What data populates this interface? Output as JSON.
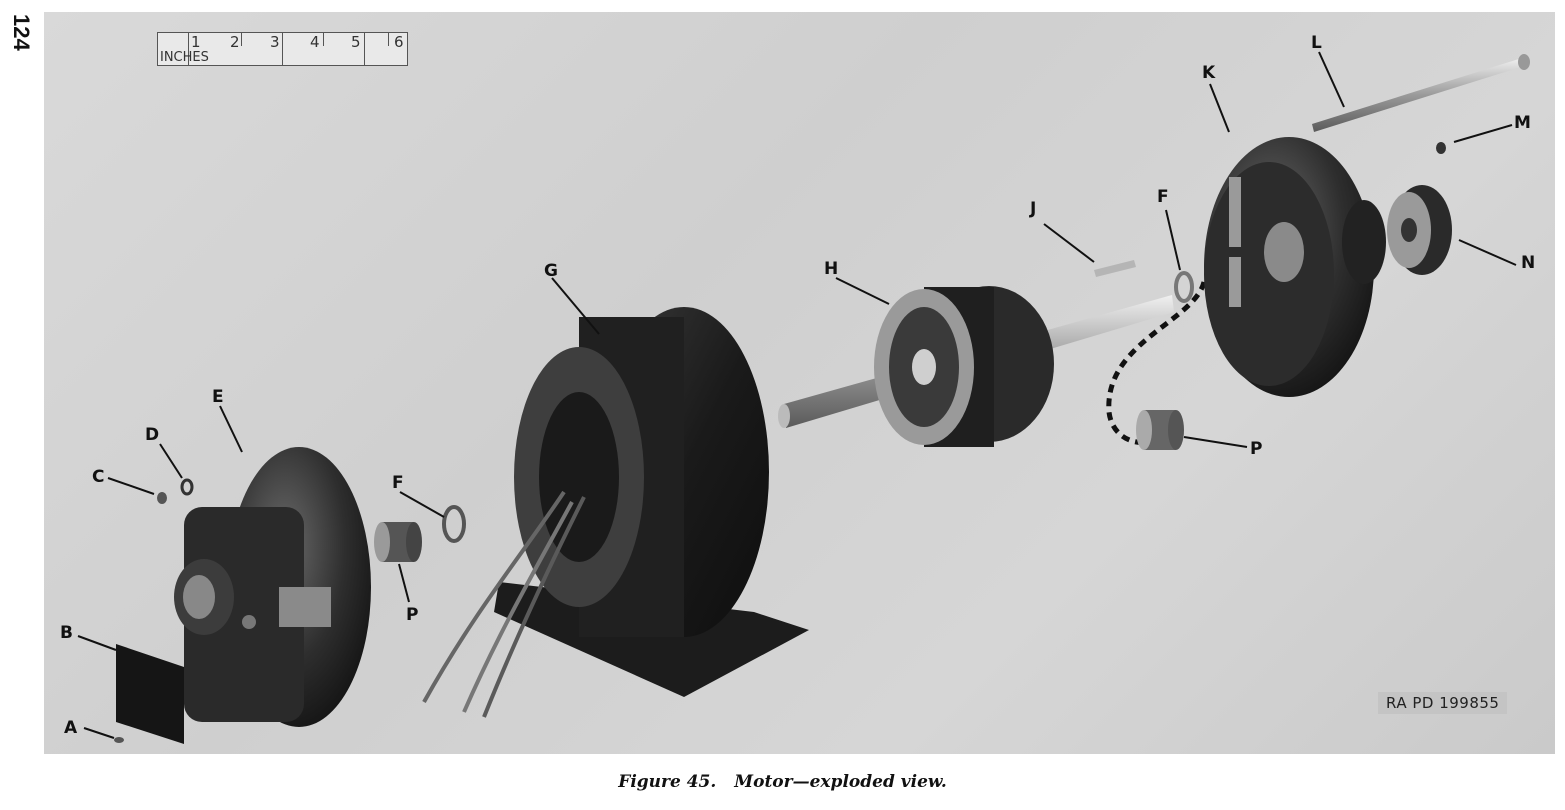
{
  "page_number": "124",
  "scale": {
    "numbers": [
      "1",
      "2",
      "3",
      "4",
      "5",
      "6"
    ],
    "unit": "INCHES"
  },
  "callouts": {
    "a": "A",
    "b": "B",
    "c": "C",
    "d": "D",
    "e": "E",
    "f_left": "F",
    "f_right": "F",
    "g": "G",
    "h": "H",
    "j": "J",
    "k": "K",
    "l": "L",
    "m": "M",
    "n": "N",
    "p_left": "P",
    "p_right": "P"
  },
  "stamp": "RA PD 199855",
  "caption": {
    "figure": "Figure 45.",
    "title": "Motor—exploded view."
  }
}
